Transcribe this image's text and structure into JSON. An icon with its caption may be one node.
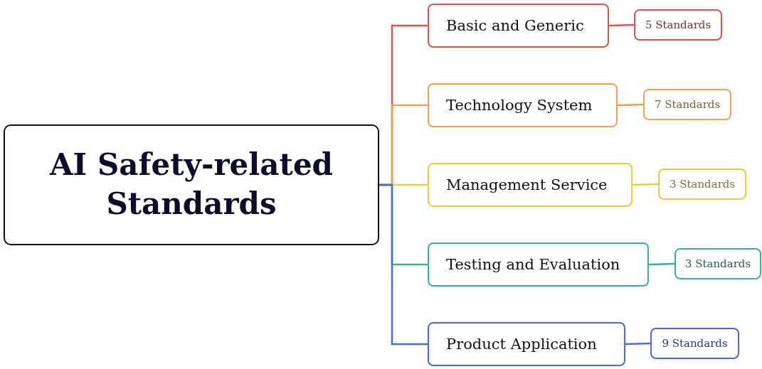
{
  "diagram": {
    "nodes": [
      {
        "text": [
          "AI Safety-related Standards"
        ]
      },
      {
        "text": [
          "Basic and Generic"
        ]
      },
      {
        "text": [
          "5 Standards"
        ]
      },
      {
        "text": [
          "Technology System"
        ]
      },
      {
        "text": [
          "7 Standards"
        ]
      },
      {
        "text": [
          "Management Service"
        ]
      },
      {
        "text": [
          "3 Standards"
        ]
      },
      {
        "text": [
          "Testing and Evaluation"
        ]
      },
      {
        "text": [
          "3 Standards"
        ]
      },
      {
        "text": [
          "Product Application"
        ]
      },
      {
        "text": [
          "9 Standards"
        ]
      }
    ],
    "edges": [
      {
        "from": 0,
        "to": 1,
        "arrow": "none",
        "color": "#e0534a"
      },
      {
        "from": 1,
        "to": 2,
        "arrow": "none",
        "color": "#e0534a"
      },
      {
        "from": 0,
        "to": 3,
        "arrow": "none",
        "color": "#eda25a"
      },
      {
        "from": 3,
        "to": 4,
        "arrow": "none",
        "color": "#eda25a"
      },
      {
        "from": 0,
        "to": 5,
        "arrow": "none",
        "color": "#e9cf3c"
      },
      {
        "from": 5,
        "to": 6,
        "arrow": "none",
        "color": "#e9cf3c"
      },
      {
        "from": 0,
        "to": 7,
        "arrow": "none",
        "color": "#35b88a"
      },
      {
        "from": 7,
        "to": 8,
        "arrow": "none",
        "color": "#35b88a"
      },
      {
        "from": 0,
        "to": 9,
        "arrow": "none",
        "color": "#4a6bde"
      },
      {
        "from": 9,
        "to": 10,
        "arrow": "none",
        "color": "#4a6bde"
      }
    ]
  }
}
